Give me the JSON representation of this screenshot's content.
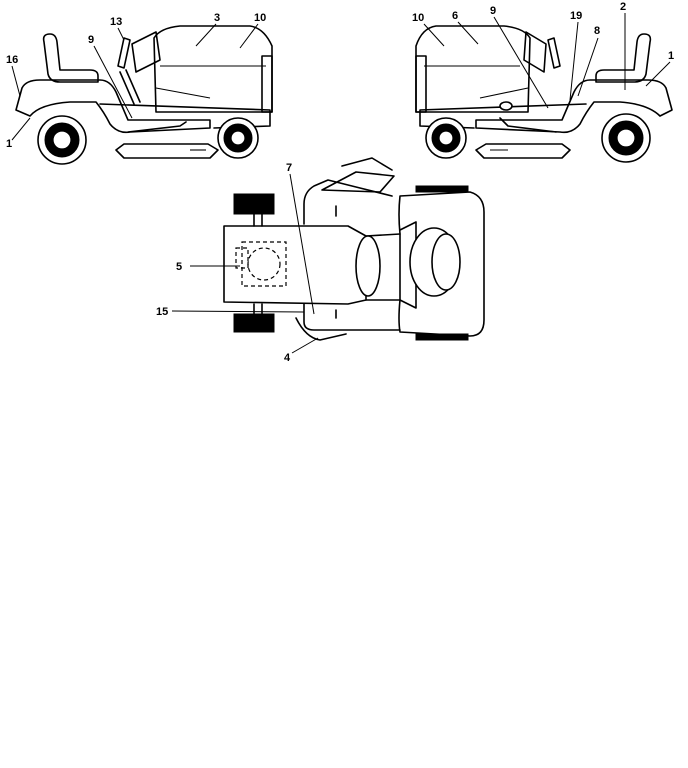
{
  "diagram": {
    "left_side_view": {
      "callouts": [
        {
          "key": "c16",
          "label": "16"
        },
        {
          "key": "c1",
          "label": "1"
        },
        {
          "key": "c13",
          "label": "13"
        },
        {
          "key": "c3",
          "label": "3"
        },
        {
          "key": "c10",
          "label": "10"
        },
        {
          "key": "c9",
          "label": "9"
        }
      ]
    },
    "right_side_view": {
      "callouts": [
        {
          "key": "c10",
          "label": "10"
        },
        {
          "key": "c6",
          "label": "6"
        },
        {
          "key": "c9",
          "label": "9"
        },
        {
          "key": "c19",
          "label": "19"
        },
        {
          "key": "c8",
          "label": "8"
        },
        {
          "key": "c2",
          "label": "2"
        },
        {
          "key": "c1",
          "label": "1"
        }
      ]
    },
    "top_view": {
      "callouts": [
        {
          "key": "c7",
          "label": "7"
        },
        {
          "key": "c5",
          "label": "5"
        },
        {
          "key": "c15",
          "label": "15"
        },
        {
          "key": "c4",
          "label": "4"
        }
      ]
    }
  }
}
